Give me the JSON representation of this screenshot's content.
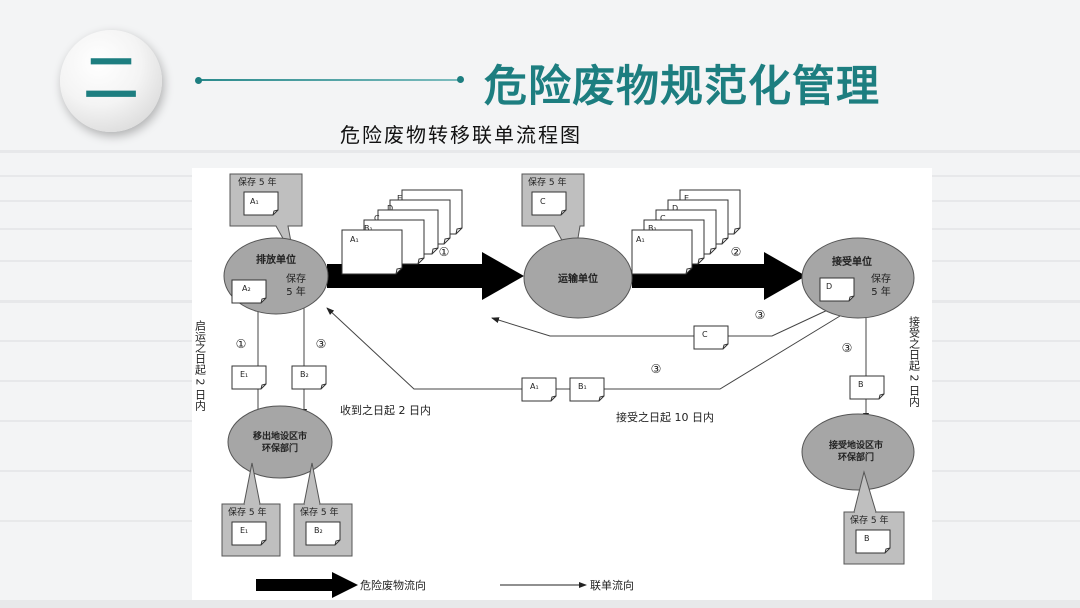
{
  "section_badge": "二",
  "main_title": "危险废物规范化管理",
  "sub_title": "危险废物转移联单流程图",
  "colors": {
    "accent": "#1d7e80",
    "node_fill": "#a6a6a6",
    "callout_fill": "#bfbfbf",
    "line": "#333333"
  },
  "diagram": {
    "nodes": {
      "discharger": {
        "label": "排放单位",
        "keep": "保存",
        "keep_years": "5 年",
        "doc": "A₂"
      },
      "transporter": {
        "label": "运输单位"
      },
      "receiver": {
        "label": "接受单位",
        "keep": "保存",
        "keep_years": "5 年",
        "doc": "D"
      },
      "origin_epa": {
        "label_line1": "移出地设区市",
        "label_line2": "环保部门"
      },
      "dest_epa": {
        "label_line1": "接受地设区市",
        "label_line2": "环保部门"
      }
    },
    "callouts": {
      "discharger_keep": {
        "title": "保存 5 年",
        "doc": "A₁"
      },
      "transporter_keep": {
        "title": "保存 5 年",
        "doc": "C"
      },
      "origin_keep_1": {
        "title": "保存 5 年",
        "doc": "E₁"
      },
      "origin_keep_2": {
        "title": "保存 5 年",
        "doc": "B₂"
      },
      "dest_keep": {
        "title": "保存 5 年",
        "doc": "B"
      }
    },
    "doc_stacks": {
      "stack_1": [
        "A₁",
        "B₁",
        "C",
        "D",
        "E"
      ],
      "stack_2": [
        "A₁",
        "B₁",
        "C",
        "D",
        "E"
      ]
    },
    "step_markers": {
      "step1_top": "①",
      "step2_top": "②",
      "step3_c": "③",
      "step3_a1b1": "③",
      "step1_left": "①",
      "step3_left": "③",
      "step3_right": "③"
    },
    "flow_docs": {
      "left_1": "E₁",
      "left_2": "B₂",
      "return_c": "C",
      "return_a1": "A₁",
      "return_b1": "B₁",
      "right_b": "B"
    },
    "notes": {
      "left_vertical": "启运之日起 2 日内",
      "right_vertical": "接受之日起 2 日内",
      "receive_2days": "收到之日起 2 日内",
      "accept_10days": "接受之日起 10 日内"
    },
    "legend": {
      "waste_flow": "危险废物流向",
      "manifest_flow": "联单流向"
    }
  }
}
